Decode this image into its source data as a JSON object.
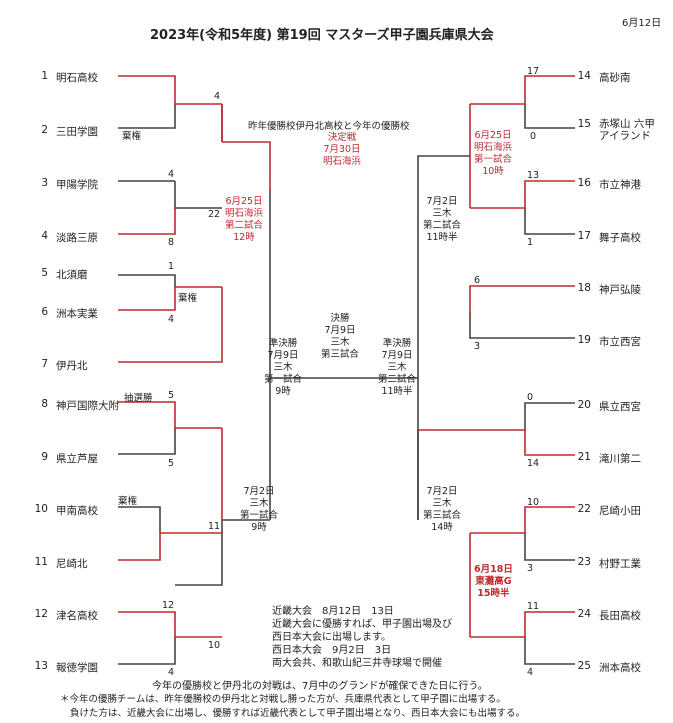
{
  "header": {
    "title": "2023年(令和5年度) 第19回 マスターズ甲子園兵庫県大会",
    "date": "6月12日"
  },
  "teams_left": [
    {
      "no": "1",
      "name": "明石高校"
    },
    {
      "no": "2",
      "name": "三田学園"
    },
    {
      "no": "3",
      "name": "甲陽学院"
    },
    {
      "no": "4",
      "name": "淡路三原"
    },
    {
      "no": "5",
      "name": "北須磨"
    },
    {
      "no": "6",
      "name": "洲本実業"
    },
    {
      "no": "7",
      "name": "伊丹北"
    },
    {
      "no": "8",
      "name": "神戸国際大附"
    },
    {
      "no": "9",
      "name": "県立芦屋"
    },
    {
      "no": "10",
      "name": "甲南高校"
    },
    {
      "no": "11",
      "name": "尼崎北"
    },
    {
      "no": "12",
      "name": "津名高校"
    },
    {
      "no": "13",
      "name": "報徳学園"
    }
  ],
  "teams_right": [
    {
      "no": "14",
      "name": "高砂南"
    },
    {
      "no": "15",
      "name": "赤塚山 六甲\nアイランド"
    },
    {
      "no": "16",
      "name": "市立神港"
    },
    {
      "no": "17",
      "name": "舞子高校"
    },
    {
      "no": "18",
      "name": "神戸弘陵"
    },
    {
      "no": "19",
      "name": "市立西宮"
    },
    {
      "no": "20",
      "name": "県立西宮"
    },
    {
      "no": "21",
      "name": "滝川第二"
    },
    {
      "no": "22",
      "name": "尼崎小田"
    },
    {
      "no": "23",
      "name": "村野工業"
    },
    {
      "no": "24",
      "name": "長田高校"
    },
    {
      "no": "25",
      "name": "洲本高校"
    }
  ],
  "scores": {
    "s1": "4",
    "s_fork": "棄権",
    "s3": "4",
    "s4": "8",
    "s_22": "22",
    "s5": "1",
    "s6": "4",
    "s_kiken2": "棄権",
    "s8_label": "抽選勝",
    "s8": "5",
    "s9": "5",
    "s10_kiken": "棄権",
    "s11": "11",
    "s12": "12",
    "s12b": "10",
    "s13": "4",
    "s14": "17",
    "s15": "0",
    "s16": "13",
    "s17": "1",
    "s18": "6",
    "s19": "3",
    "s20": "0",
    "s21": "14",
    "s22": "10",
    "s23": "3",
    "s24": "11",
    "s25": "4"
  },
  "games": {
    "left_top": "6月25日\n明石海浜\n第二試合\n12時",
    "right_top": "6月25日\n明石海浜\n第一試合\n10時",
    "right_mid": "7月2日\n三木\n第二試合\n11時半",
    "left_bottom": "7月2日\n三木\n第一試合\n9時",
    "right_bottom": "7月2日\n三木\n第三試合\n14時",
    "right_low_red": "6月18日\n東灘高G\n15時半",
    "semi_left": "準決勝\n7月9日\n三木\n第一試合\n9時",
    "final": "決勝\n7月9日\n三木\n第三試合",
    "semi_right": "準決勝\n7月9日\n三木\n第二試合\n11時半",
    "prev_winner_note": "昨年優勝校伊丹北高校と今年の優勝校",
    "decider": "決定戦\n7月30日\n明石海浜"
  },
  "kinki": [
    "近畿大会　8月12日　13日",
    "近畿大会に優勝すれば、甲子園出場及び",
    "西日本大会に出場します。",
    "西日本大会　9月2日　3日",
    "両大会共、和歌山紀三井寺球場で開催"
  ],
  "footer": [
    "今年の優勝校と伊丹北の対戦は、7月中のグランドが確保できた日に行う。",
    "＊今年の優勝チームは、昨年優勝校の伊丹北と対戦し勝った方が、兵庫県代表として甲子園に出場する。",
    "負けた方は、近畿大会に出場し、優勝すれば近畿代表として甲子園出場となり、西日本大会にも出場する。"
  ],
  "colors": {
    "win": "#c0282f",
    "line": "#444"
  }
}
